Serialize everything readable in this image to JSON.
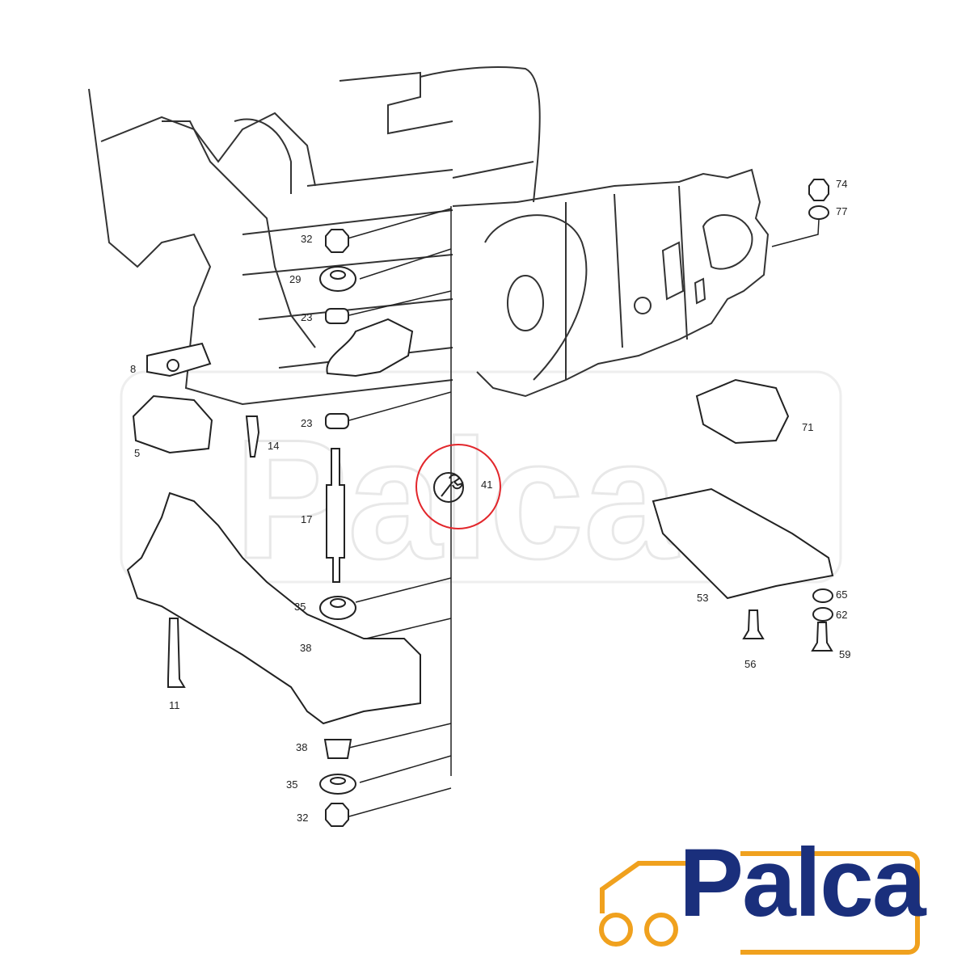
{
  "callouts": [
    {
      "id": "32a",
      "text": "32"
    },
    {
      "id": "29",
      "text": "29"
    },
    {
      "id": "23a",
      "text": "23"
    },
    {
      "id": "8",
      "text": "8"
    },
    {
      "id": "23b",
      "text": "23"
    },
    {
      "id": "5",
      "text": "5"
    },
    {
      "id": "14",
      "text": "14"
    },
    {
      "id": "17",
      "text": "17"
    },
    {
      "id": "41",
      "text": "41"
    },
    {
      "id": "35a",
      "text": "35"
    },
    {
      "id": "38a",
      "text": "38"
    },
    {
      "id": "11",
      "text": "11"
    },
    {
      "id": "38b",
      "text": "38"
    },
    {
      "id": "35b",
      "text": "35"
    },
    {
      "id": "32b",
      "text": "32"
    },
    {
      "id": "74",
      "text": "74"
    },
    {
      "id": "77",
      "text": "77"
    },
    {
      "id": "71",
      "text": "71"
    },
    {
      "id": "53",
      "text": "53"
    },
    {
      "id": "65",
      "text": "65"
    },
    {
      "id": "62",
      "text": "62"
    },
    {
      "id": "56",
      "text": "56"
    },
    {
      "id": "59",
      "text": "59"
    }
  ],
  "highlight": {
    "color": "#e2262b",
    "part": "41",
    "icon": "wrench-icon"
  },
  "logo": {
    "text": "Palca",
    "text_color": "#1a2f7c",
    "accent_color": "#f0a11e",
    "icon": "truck-icon"
  },
  "watermark": {
    "text": "Palca"
  }
}
